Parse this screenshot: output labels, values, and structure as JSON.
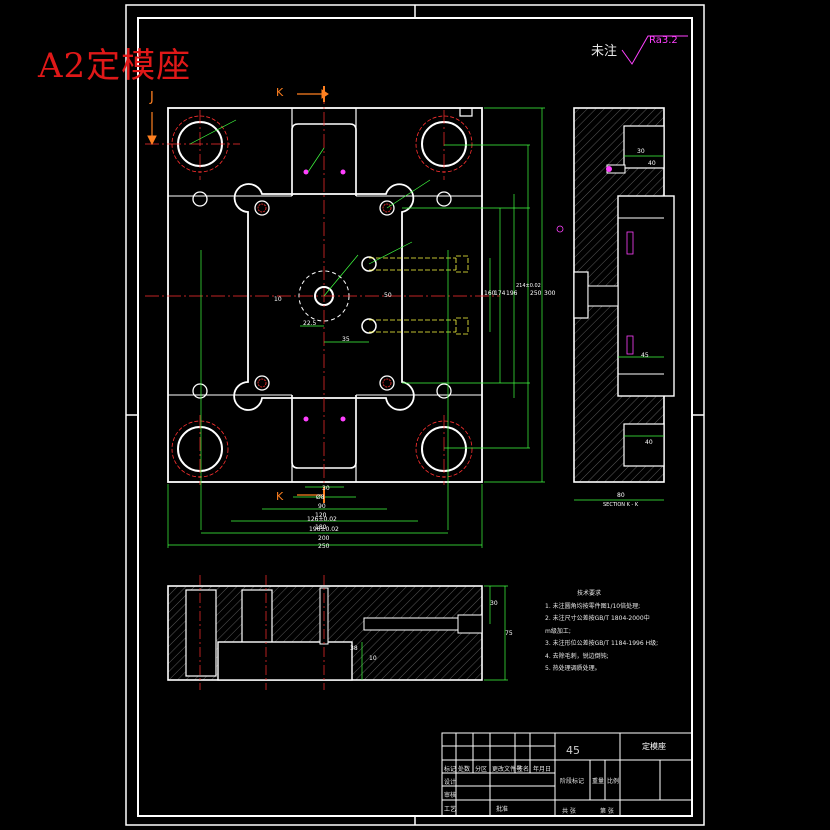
{
  "drawing": {
    "title": "A2定模座",
    "surface_finish": {
      "label": "未注",
      "value": "Ra3.2"
    },
    "section_markers": {
      "k_top": "K",
      "k_bottom": "K",
      "j_left": "J"
    },
    "section_caption": "SECTION K - K",
    "dims_plan_horizontal": [
      "30",
      "Ø8",
      "90",
      "120",
      "126±0.02",
      "180",
      "196±0.02",
      "200",
      "250"
    ],
    "dims_plan_vertical": [
      "160",
      "174",
      "196",
      "214±0.02",
      "250",
      "300"
    ],
    "dims_misc": [
      "22.5",
      "35",
      "50",
      "10"
    ],
    "dims_section_right": [
      "30",
      "40",
      "45",
      "40",
      "80"
    ],
    "dims_section_bottom": [
      "30",
      "75",
      "10",
      "38"
    ],
    "notes": {
      "title": "技术要求",
      "items": [
        "1. 未注圆角均按零件图1/10倍处理;",
        "2. 未注尺寸公差按GB/T 1804-2000中",
        "   m级加工;",
        "3. 未注形位公差按GB/T 1184-1996 H级;",
        "4. 去除毛刺，锐边倒钝;",
        "5. 热处理调质处理。"
      ]
    },
    "title_block": {
      "material": "45",
      "part_name": "定模座",
      "cells": [
        "标记",
        "处数",
        "分区",
        "更改文件号",
        "签名",
        "年月日",
        "设计",
        "审核",
        "工艺",
        "批准",
        "阶段标记",
        "重量",
        "比例",
        "共 张",
        "第 张"
      ]
    }
  }
}
